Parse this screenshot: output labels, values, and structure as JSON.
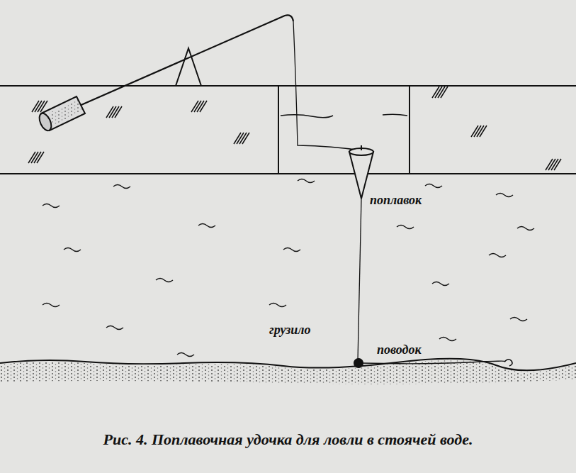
{
  "diagram": {
    "caption": "Рис. 4. Поплавочная удочка для ловли в стоячей воде.",
    "labels": [
      "поплавок",
      "грузило",
      "поводок"
    ]
  }
}
